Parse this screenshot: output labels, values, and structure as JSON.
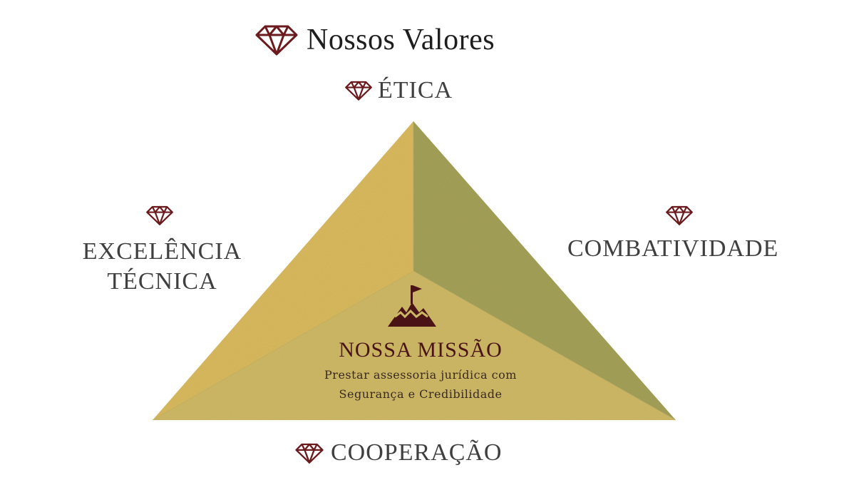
{
  "header": {
    "title": "Nossos Valores",
    "icon": "diamond-icon"
  },
  "values": {
    "top": {
      "label": "ÉTICA",
      "icon": "diamond-icon"
    },
    "left": {
      "line1": "EXCELÊNCIA",
      "line2": "TÉCNICA",
      "icon": "diamond-icon"
    },
    "right": {
      "label": "COMBATIVIDADE",
      "icon": "diamond-icon"
    },
    "bottom": {
      "label": "COOPERAÇÃO",
      "icon": "diamond-icon"
    }
  },
  "mission": {
    "icon": "mountain-flag-icon",
    "title": "NOSSA MISSÃO",
    "line1": "Prestar assessoria jurídica com",
    "line2": "Segurança e Credibilidade"
  },
  "colors": {
    "gem": "#6b1a1d",
    "pyramid_left_face": "#d8b95d",
    "pyramid_right_face": "#a3a058",
    "pyramid_bottom_face": "#cdb865",
    "mission_accent": "#4a1416"
  }
}
